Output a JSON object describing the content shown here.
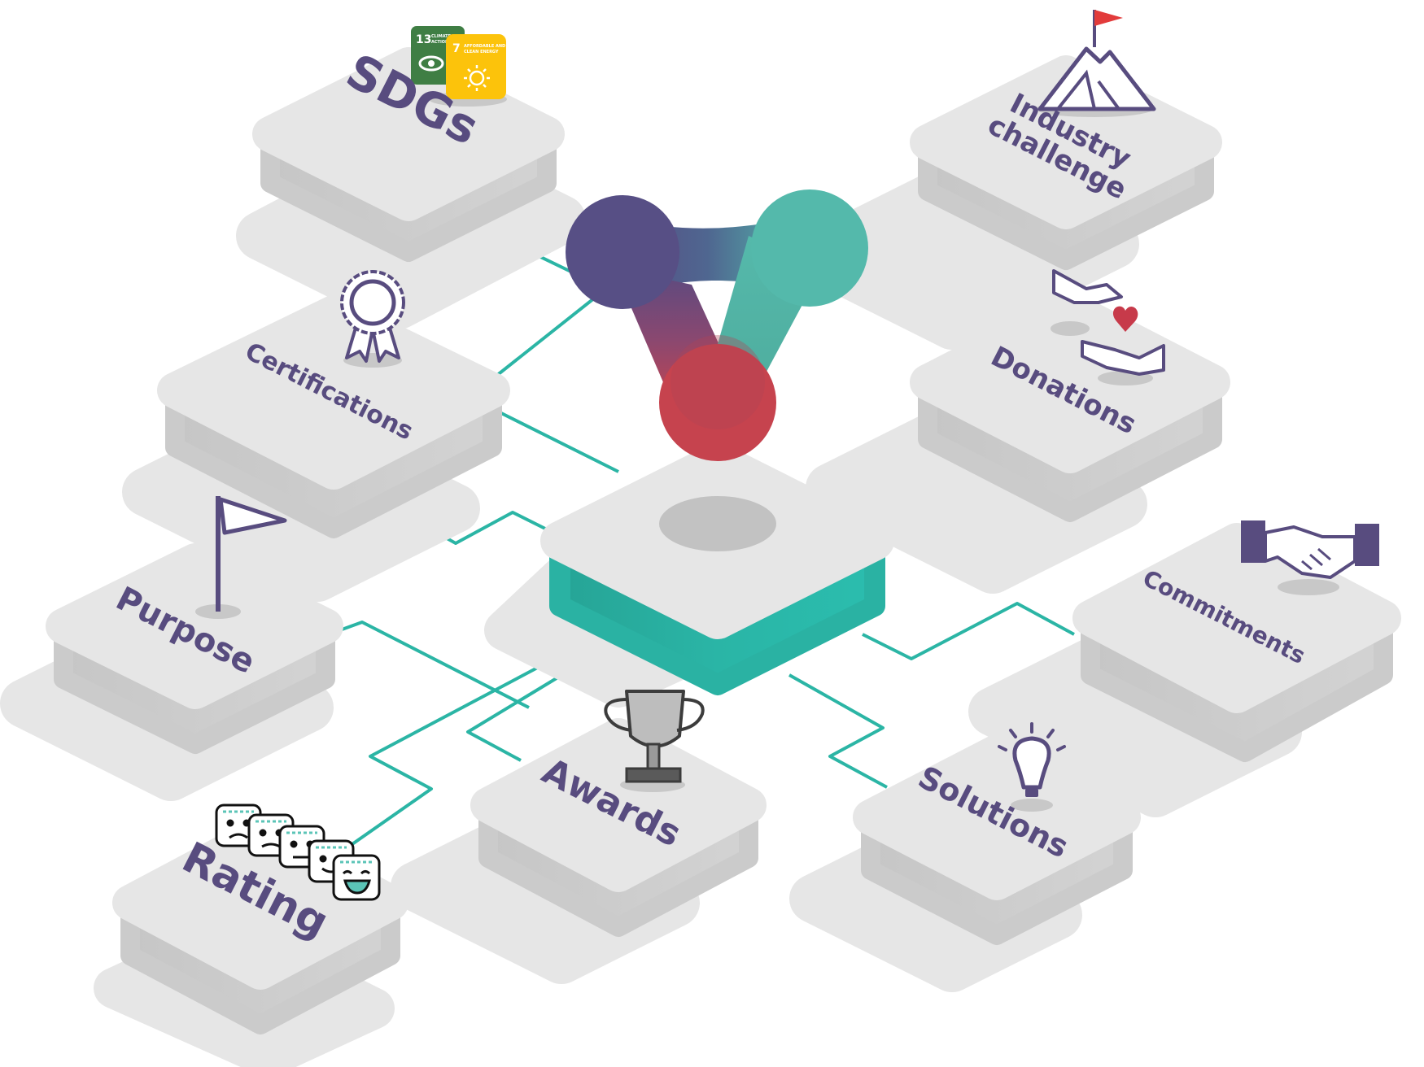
{
  "nodes": {
    "sdgs": {
      "label": "SDGs"
    },
    "industry": {
      "label_line1": "Industry",
      "label_line2": "challenge"
    },
    "certifications": {
      "label": "Certifications"
    },
    "donations": {
      "label": "Donations"
    },
    "purpose": {
      "label": "Purpose"
    },
    "commitments": {
      "label": "Commitments"
    },
    "awards": {
      "label": "Awards"
    },
    "solutions": {
      "label": "Solutions"
    },
    "rating": {
      "label": "Rating"
    }
  },
  "sdg_badges": [
    {
      "number": "13",
      "title_line1": "CLIMATE",
      "title_line2": "ACTION",
      "color": "#3f7e44"
    },
    {
      "number": "7",
      "title_line1": "AFFORDABLE AND",
      "title_line2": "CLEAN ENERGY",
      "color": "#fcc30b"
    }
  ],
  "colors": {
    "platform_top": "#e6e6e6",
    "platform_side": "#cccccc",
    "platform_shadow": "#e6e6e6",
    "hub_side": "#2bbbad",
    "connector": "#2bb5a5",
    "label": "#584c7f",
    "icon_outline": "#584c7f",
    "logo_purple": "#574f85",
    "logo_teal": "#54b9ab",
    "logo_red": "#c8434d",
    "heart": "#c73a4a",
    "flag_red": "#e23b3b"
  }
}
